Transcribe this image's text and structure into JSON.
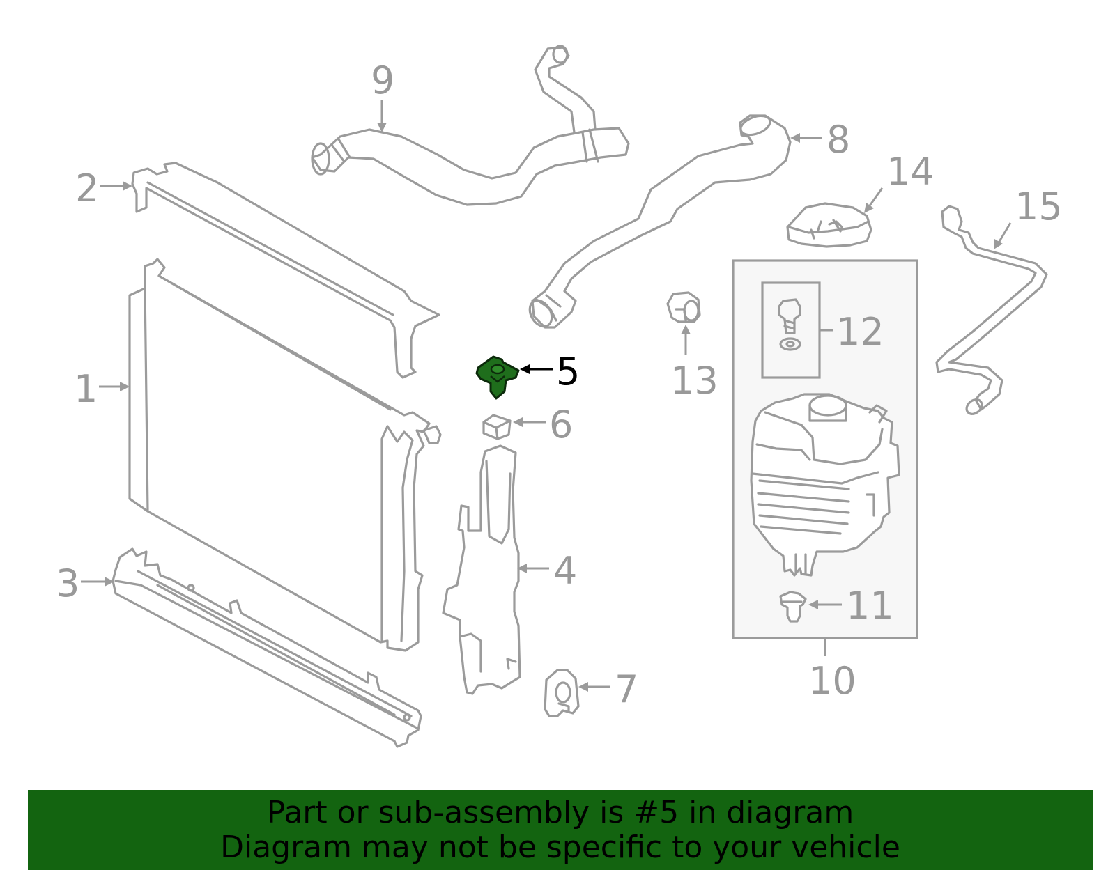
{
  "colors": {
    "line": "#9b9b9b",
    "highlight": "#1f6e1c",
    "banner_bg": "#136410",
    "banner_text": "#000000",
    "panel_bg": "#f7f7f7"
  },
  "highlighted_part": "5",
  "callouts": [
    "1",
    "2",
    "3",
    "4",
    "5",
    "6",
    "7",
    "8",
    "9",
    "10",
    "11",
    "12",
    "13",
    "14",
    "15"
  ],
  "banner": {
    "line1": "Part or sub-assembly is #5 in diagram",
    "line2": "Diagram may not be specific to your vehicle"
  }
}
